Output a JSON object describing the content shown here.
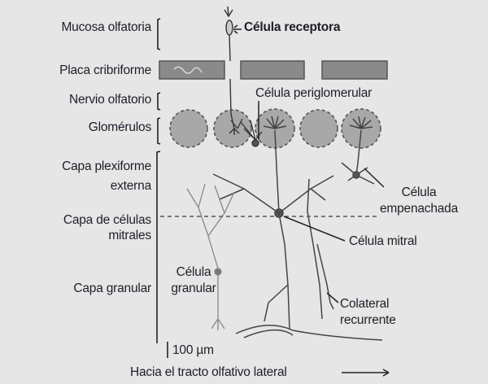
{
  "layer_labels": {
    "mucosa": "Mucosa olfatoria",
    "placa": "Placa cribriforme",
    "nervio": "Nervio olfatorio",
    "glomerulos": "Glomérulos",
    "plexiforme_1": "Capa plexiforme",
    "plexiforme_2": "externa",
    "mitrales_1": "Capa de células",
    "mitrales_2": "mitrales",
    "granular": "Capa granular"
  },
  "cell_labels": {
    "receptora": "Célula receptora",
    "periglomerular": "Célula periglomerular",
    "empenachada_1": "Célula",
    "empenachada_2": "empenachada",
    "mitral": "Célula mitral",
    "granular_1": "Célula",
    "granular_2": "granular",
    "colateral_1": "Colateral",
    "colateral_2": "recurrente"
  },
  "scale_label": "100 µm",
  "tract_label": "Hacia el tracto olfativo lateral",
  "colors": {
    "background": "#e6e6e6",
    "ink": "#1e1e2a",
    "plate": "#8a8a8a",
    "glomerulus_fill": "#a8a8a8",
    "glomerulus_edge": "#555555"
  }
}
